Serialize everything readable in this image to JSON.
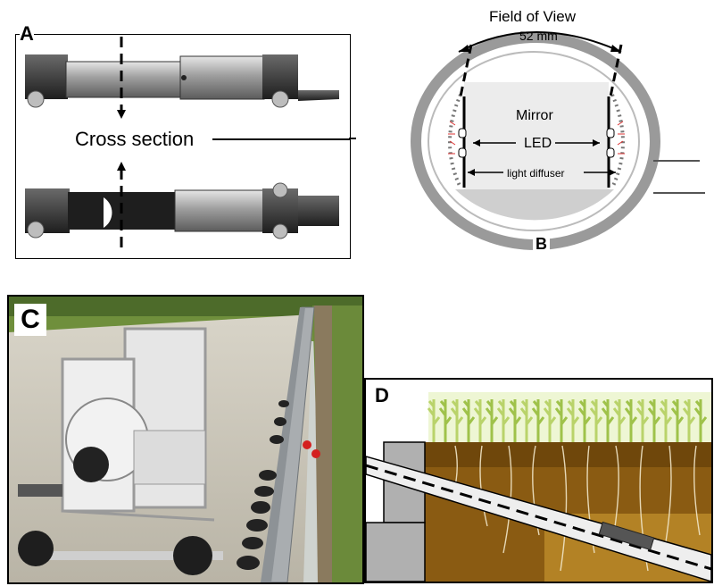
{
  "panel_a": {
    "label": "A",
    "cross_section_label": "Cross section"
  },
  "panel_b": {
    "label": "B",
    "field_of_view_label": "Field of View",
    "fov_width_label": "52 mm",
    "mirror_label": "Mirror",
    "led_label": "LED",
    "diffuser_label": "light diffuser"
  },
  "panel_c": {
    "label": "C"
  },
  "panel_d": {
    "label": "D"
  },
  "colors": {
    "outline": "#000000",
    "soil": "#8a5b12",
    "crop": "#c9e08a",
    "tube_gray": "#b0b0b0",
    "photo_sky": "#9aa8b2",
    "rig_white": "#e8e8e8"
  }
}
